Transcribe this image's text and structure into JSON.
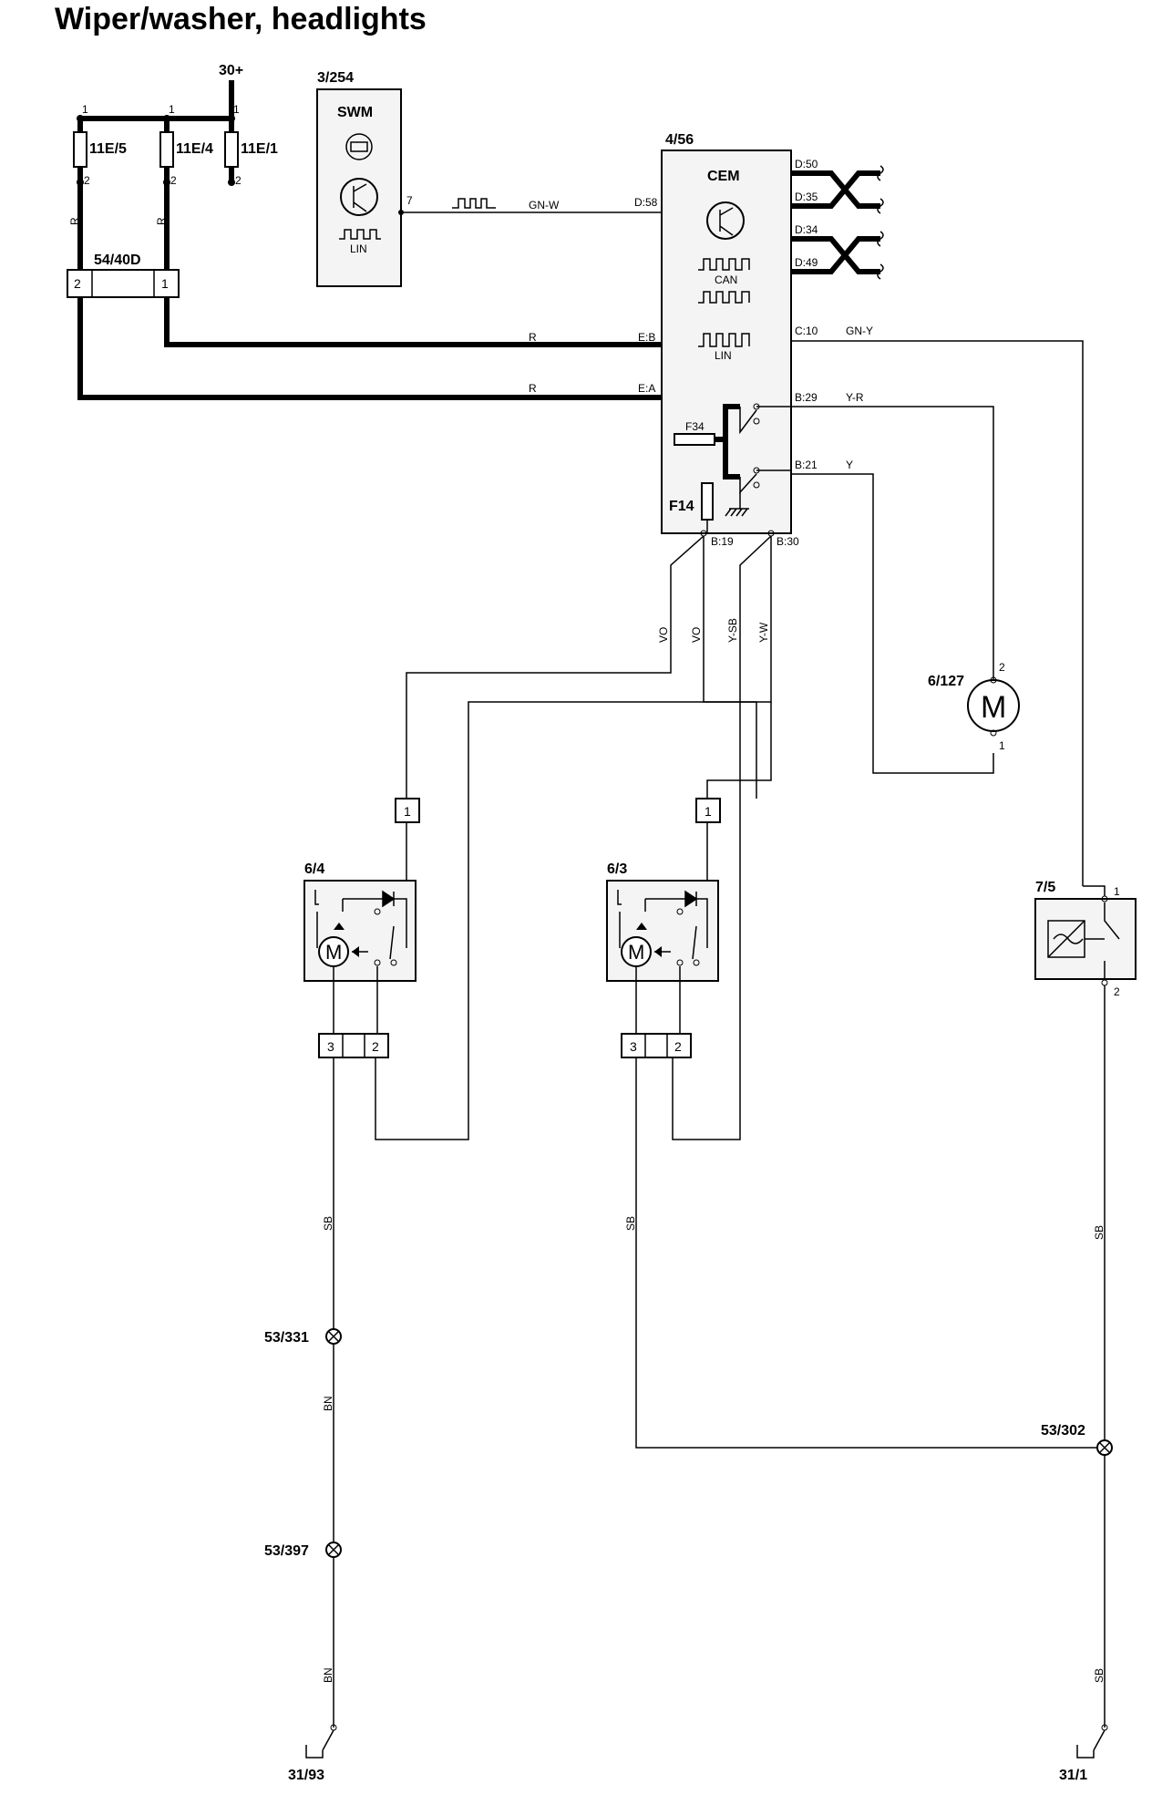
{
  "title": "Wiper/washer, headlights",
  "supply": "30+",
  "fuses": {
    "f1": "11E/5",
    "f2": "11E/4",
    "f3": "11E/1",
    "pin1": "1",
    "pin2": "2"
  },
  "connector_54_40D": {
    "label": "54/40D",
    "pin_a": "2",
    "pin_b": "1"
  },
  "swm": {
    "id": "3/254",
    "name": "SWM",
    "lin": "LIN",
    "pin": "7",
    "wire": "GN-W"
  },
  "cem": {
    "id": "4/56",
    "name": "CEM",
    "can": "CAN",
    "lin": "LIN",
    "fuse_f34": "F34",
    "fuse_f14": "F14",
    "pins": {
      "d58": "D:58",
      "d50": "D:50",
      "d35": "D:35",
      "d34": "D:34",
      "d49": "D:49",
      "eb": "E:B",
      "ea": "E:A",
      "c10": "C:10",
      "b29": "B:29",
      "b21": "B:21",
      "b19": "B:19",
      "b30": "B:30"
    }
  },
  "wires": {
    "r": "R",
    "gn_y": "GN-Y",
    "y_r": "Y-R",
    "y": "Y",
    "vo": "VO",
    "y_sb": "Y-SB",
    "y_w": "Y-W",
    "sb": "SB",
    "bn": "BN"
  },
  "motor_6_127": {
    "id": "6/127",
    "symbol": "M",
    "pin_top": "2",
    "pin_bottom": "1"
  },
  "motor_6_4": {
    "id": "6/4",
    "symbol": "M",
    "pin3": "3",
    "pin2": "2",
    "tag": "1"
  },
  "motor_6_3": {
    "id": "6/3",
    "symbol": "M",
    "pin3": "3",
    "pin2": "2",
    "tag": "1"
  },
  "switch_7_5": {
    "id": "7/5",
    "pin1": "1",
    "pin2": "2"
  },
  "grounds": {
    "g331": "53/331",
    "g397": "53/397",
    "g302": "53/302",
    "g93": "31/93",
    "g1": "31/1"
  },
  "colors": {
    "line": "#000000",
    "background": "#ffffff",
    "module_fill": "#f4f4f4"
  }
}
